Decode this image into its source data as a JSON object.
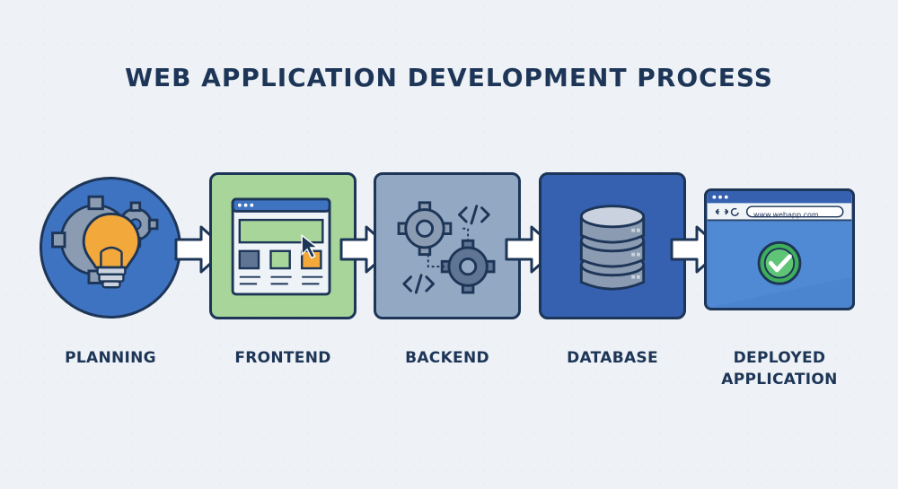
{
  "title": "WEB APPLICATION DEVELOPMENT PROCESS",
  "stages": [
    {
      "label": "PLANNING",
      "icon": "lightbulb-gears-icon"
    },
    {
      "label": "FRONTEND",
      "icon": "browser-layout-icon"
    },
    {
      "label": "BACKEND",
      "icon": "gears-code-icon"
    },
    {
      "label": "DATABASE",
      "icon": "database-icon"
    },
    {
      "label": "DEPLOYED\nAPPLICATION",
      "icon": "browser-checkmark-icon"
    }
  ],
  "deployed": {
    "url": "www.webapp.com"
  },
  "colors": {
    "outline": "#1d3557",
    "planning": "#3e73c2",
    "frontend": "#a8d69a",
    "backend": "#93a8c2",
    "database": "#3561b0",
    "deployed": "#4b84cf",
    "accent_orange": "#f2a83b",
    "check_green": "#3fae5a"
  }
}
